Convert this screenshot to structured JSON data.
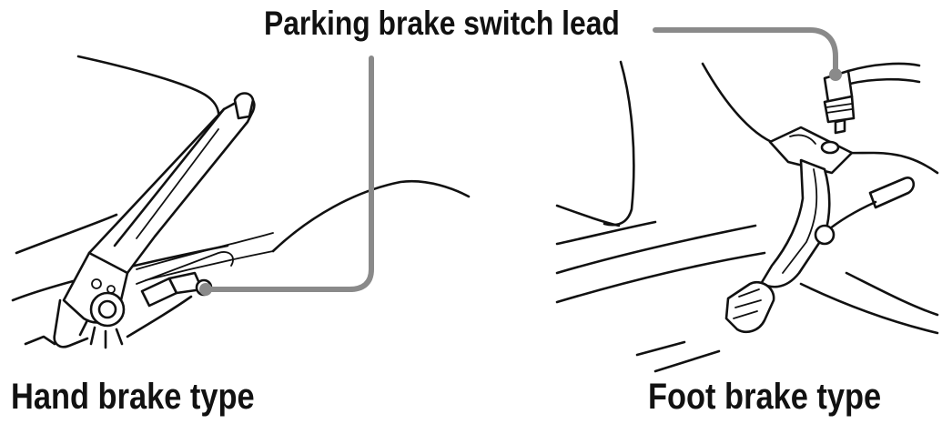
{
  "callout": {
    "title": "Parking brake switch lead"
  },
  "captions": {
    "hand": "Hand brake type",
    "foot": "Foot brake type"
  },
  "colors": {
    "ink": "#111111",
    "leader_line": "#8a8a8a",
    "background": "#ffffff"
  }
}
